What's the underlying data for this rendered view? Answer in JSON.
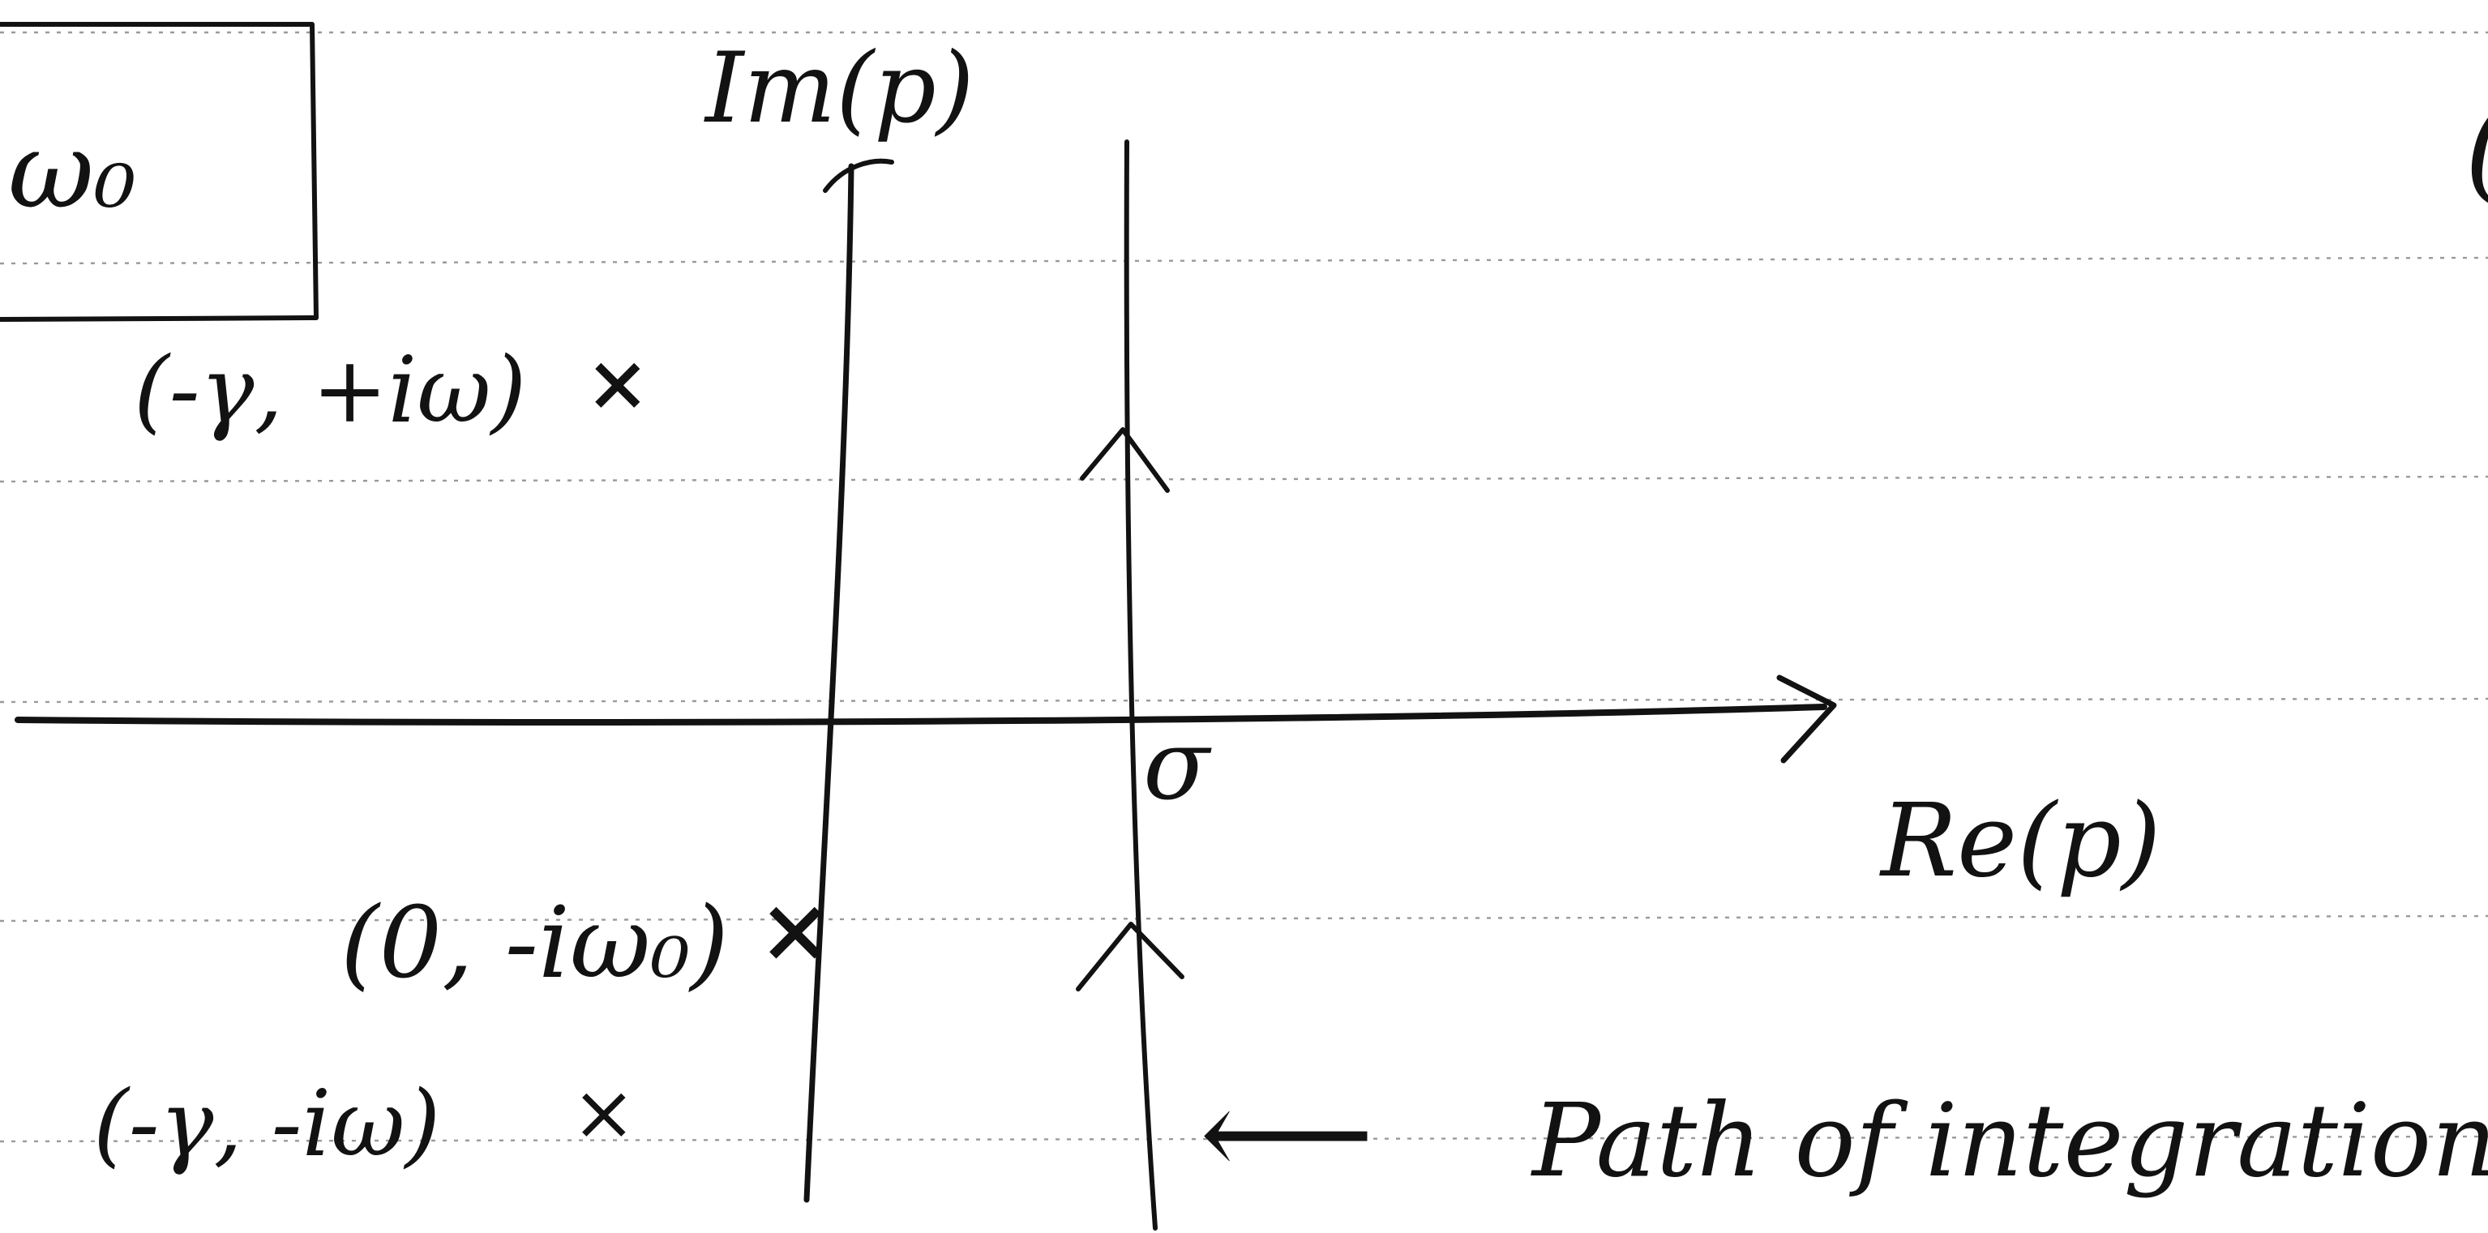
{
  "labels": {
    "boxed_fragment": "ω₀",
    "im_axis": "Im(p)",
    "re_axis": "Re(p)",
    "sigma": "σ",
    "pole_upper": "(-γ, +iω)",
    "pole_lower": "(-γ, -iω)",
    "point_axis": "(0, -iω₀)",
    "path_label": "Path of integration",
    "right_edge_fragment": "("
  },
  "markers": {
    "pole_upper": "×",
    "pole_lower": "×",
    "point_axis": "×",
    "arrow": "⟵"
  },
  "colors": {
    "ink": "#121212",
    "ruled_lines": "#9a9a9a",
    "paper": "#ffffff"
  }
}
